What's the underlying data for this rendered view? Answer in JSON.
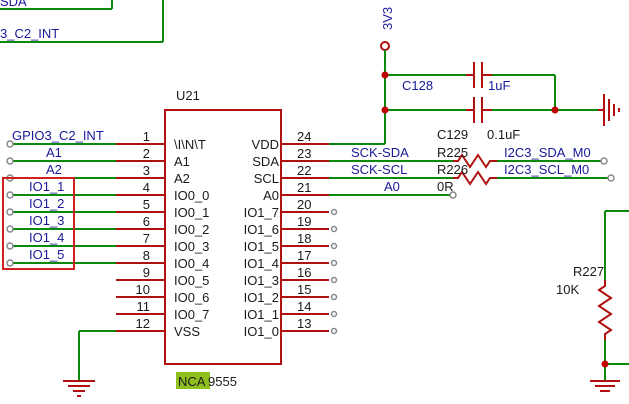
{
  "top_labels": [
    "SDA",
    "3_C2_INT"
  ],
  "power": {
    "rail": "3V3"
  },
  "ic": {
    "ref": "U21",
    "part_highlight": "NCA",
    "part_rest": "9555",
    "left_pins": [
      {
        "num": "1",
        "name": "\\I\\N\\T",
        "net": "GPIO3_C2_INT"
      },
      {
        "num": "2",
        "name": "A1",
        "net": "A1"
      },
      {
        "num": "3",
        "name": "A2",
        "net": "A2"
      },
      {
        "num": "4",
        "name": "IO0_0",
        "net": "IO1_1"
      },
      {
        "num": "5",
        "name": "IO0_1",
        "net": "IO1_2"
      },
      {
        "num": "6",
        "name": "IO0_2",
        "net": "IO1_3"
      },
      {
        "num": "7",
        "name": "IO0_3",
        "net": "IO1_4"
      },
      {
        "num": "8",
        "name": "IO0_4",
        "net": "IO1_5"
      },
      {
        "num": "9",
        "name": "IO0_5",
        "net": ""
      },
      {
        "num": "10",
        "name": "IO0_6",
        "net": ""
      },
      {
        "num": "11",
        "name": "IO0_7",
        "net": ""
      },
      {
        "num": "12",
        "name": "VSS",
        "net": ""
      }
    ],
    "right_pins": [
      {
        "num": "24",
        "name": "VDD",
        "net": ""
      },
      {
        "num": "23",
        "name": "SDA",
        "net": "SCK-SDA"
      },
      {
        "num": "22",
        "name": "SCL",
        "net": "SCK-SCL"
      },
      {
        "num": "21",
        "name": "A0",
        "net": "A0"
      },
      {
        "num": "20",
        "name": "IO1_7",
        "net": ""
      },
      {
        "num": "19",
        "name": "IO1_6",
        "net": ""
      },
      {
        "num": "18",
        "name": "IO1_5",
        "net": ""
      },
      {
        "num": "17",
        "name": "IO1_4",
        "net": ""
      },
      {
        "num": "16",
        "name": "IO1_3",
        "net": ""
      },
      {
        "num": "15",
        "name": "IO1_2",
        "net": ""
      },
      {
        "num": "14",
        "name": "IO1_1",
        "net": ""
      },
      {
        "num": "13",
        "name": "IO1_0",
        "net": ""
      }
    ]
  },
  "capacitors": [
    {
      "ref": "C128",
      "value": "1uF"
    },
    {
      "ref": "C129",
      "value": "0.1uF"
    }
  ],
  "resistors": [
    {
      "ref": "R225",
      "net_out": "I2C3_SDA_M0",
      "value": ""
    },
    {
      "ref": "R226",
      "net_out": "I2C3_SCL_M0",
      "value": "0R"
    },
    {
      "ref": "R227",
      "net_out": "",
      "value": "10K"
    }
  ],
  "colors": {
    "wire": "#0a8a0a",
    "component": "#b01010",
    "net_text": "#1a1a9a",
    "junction": "#c00000",
    "highlight": "#8fbf1f"
  }
}
